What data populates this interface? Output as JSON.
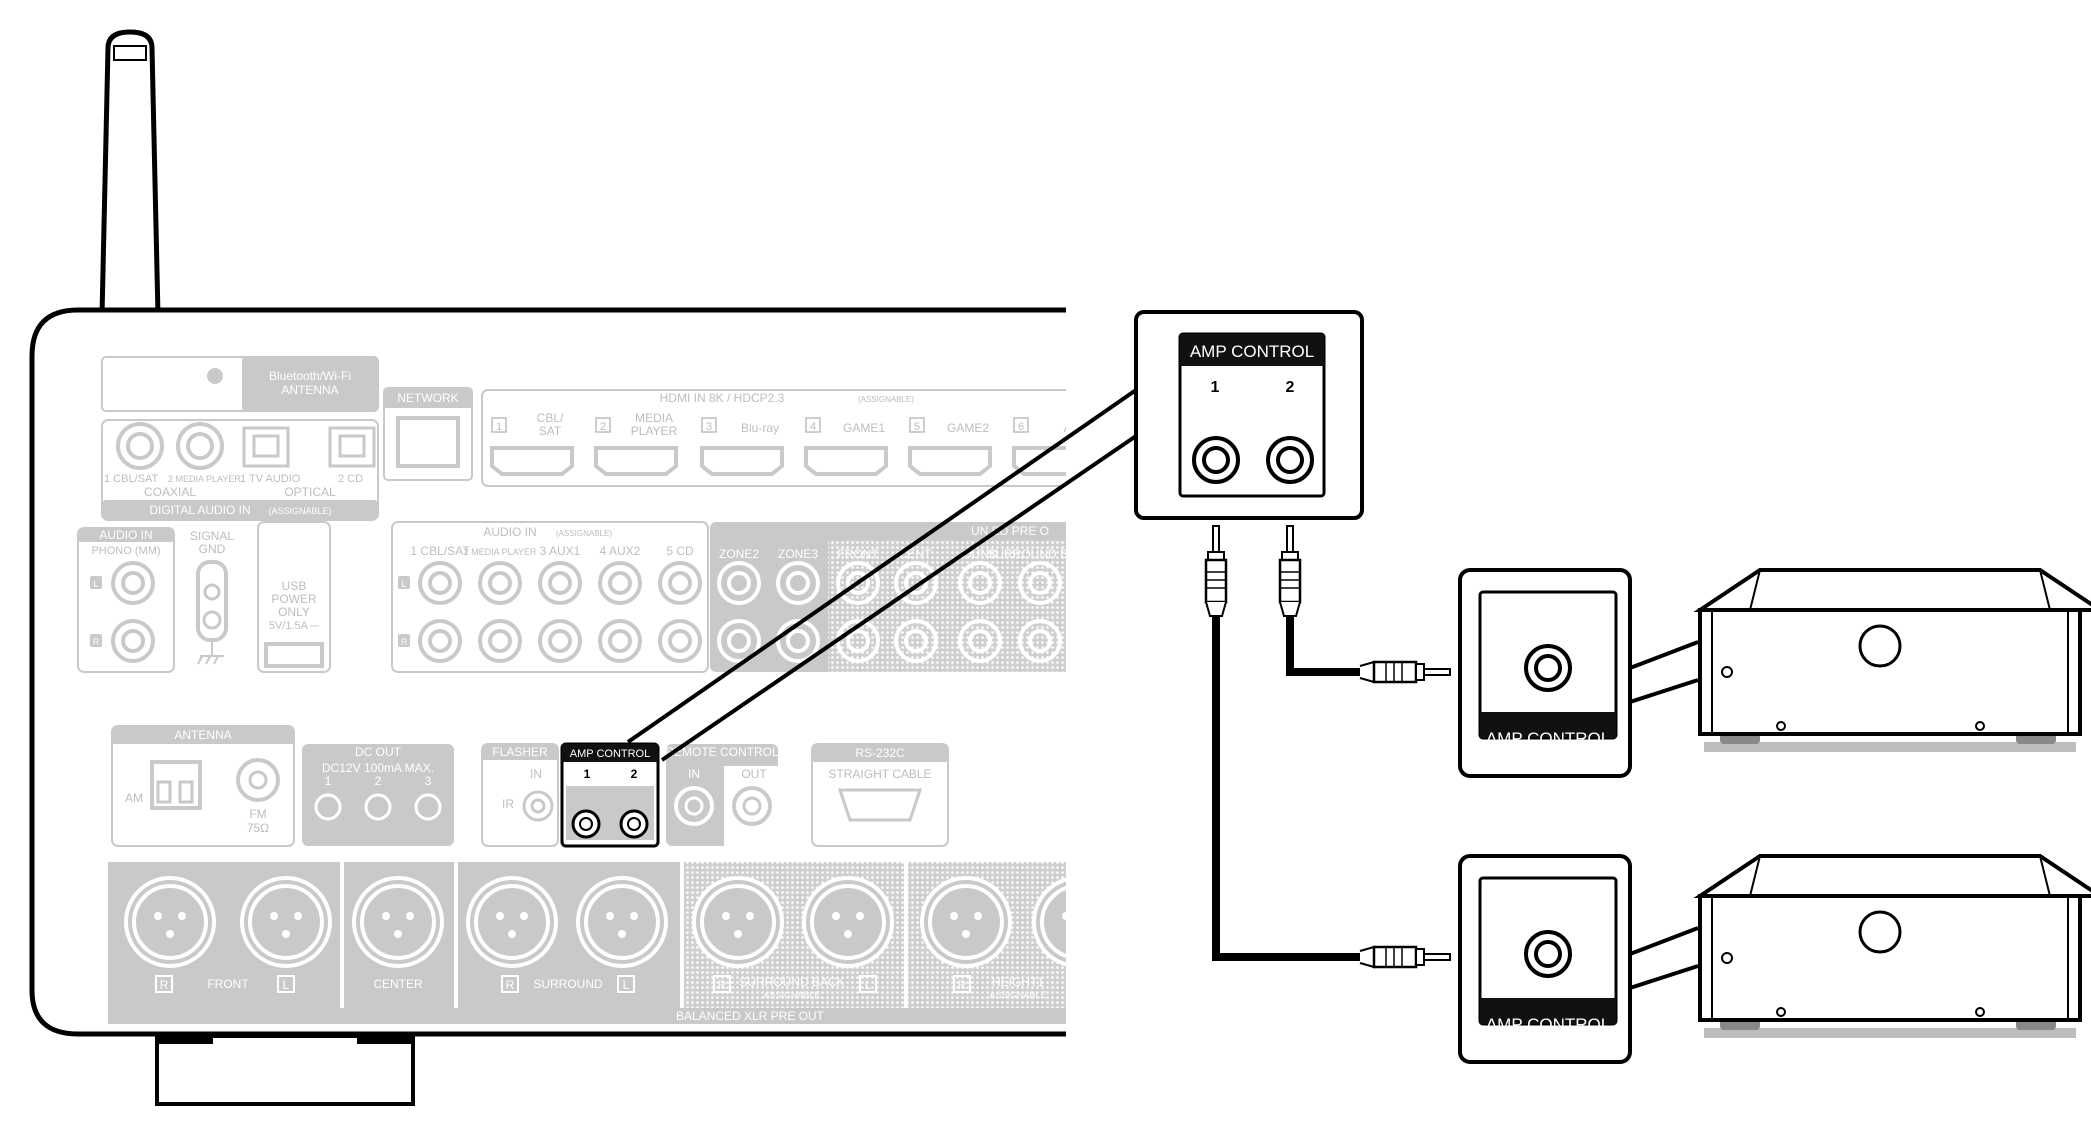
{
  "receiver": {
    "bt_antenna": "Bluetooth/Wi-Fi\nANTENNA",
    "network": "NETWORK",
    "hdmi_in_title": "HDMI IN   8K / HDCP2.3",
    "hdmi_in_assignable": "(ASSIGNABLE)",
    "hdmi_inputs": [
      "CBL/\nSAT",
      "MEDIA\nPLAYER",
      "Blu-ray",
      "GAME1",
      "GAME2",
      "AU"
    ],
    "hdmi_numbers": [
      "1",
      "2",
      "3",
      "4",
      "5",
      "6"
    ],
    "coaxial_labels": [
      "1 CBL/SAT",
      "2 MEDIA PLAYER"
    ],
    "coaxial": "COAXIAL",
    "optical_labels": [
      "1 TV AUDIO",
      "2 CD"
    ],
    "optical": "OPTICAL",
    "digital_audio_in": "DIGITAL AUDIO IN",
    "digital_audio_assignable": "(ASSIGNABLE)",
    "audio_in_phono": "AUDIO IN",
    "phono_mm": "PHONO (MM)",
    "signal_gnd": "SIGNAL\nGND",
    "usb_power": "USB\nPOWER\nONLY\n5V/1.5A ⎓",
    "audio_in": "AUDIO IN",
    "audio_in_assignable": "(ASSIGNABLE)",
    "audio_in_labels": [
      "1 CBL/SAT",
      "2 MEDIA PLAYER",
      "3 AUX1",
      "4 AUX2",
      "5 CD"
    ],
    "zone_labels": [
      "ZONE2",
      "ZONE3"
    ],
    "unbalanced_pre_out": "UN    ED PRE O",
    "preout_labels": [
      "FRONT",
      "CENT",
      "OUND",
      "SURROUND BACK"
    ],
    "channel_l": "L",
    "channel_r": "R",
    "antenna": "ANTENNA",
    "am": "AM",
    "fm": "FM\n75Ω",
    "dc_out": "DC OUT",
    "dc_out_spec": "DC12V 100mA MAX.",
    "dc_out_numbers": [
      "1",
      "2",
      "3"
    ],
    "flasher": "FLASHER",
    "flasher_in": "IN",
    "flasher_ir": "IR",
    "amp_control": "AMP CONTROL",
    "amp_control_numbers": [
      "1",
      "2"
    ],
    "remote_control": "REMOTE CONTROL",
    "remote_in": "IN",
    "remote_out": "OUT",
    "rs232c": "RS-232C",
    "straight_cable": "STRAIGHT CABLE",
    "xlr_groups": [
      "FRONT",
      "CENTER",
      "SURROUND",
      "SURROUND BACK",
      "HEIGHT1"
    ],
    "assignable": "ASSIGNABLE",
    "balanced_xlr": "BALANCED XLR PRE OUT"
  },
  "callout": {
    "title": "AMP CONTROL",
    "numbers": [
      "1",
      "2"
    ]
  },
  "amplifiers": [
    {
      "label": "AMP CONTROL"
    },
    {
      "label": "AMP CONTROL"
    }
  ]
}
